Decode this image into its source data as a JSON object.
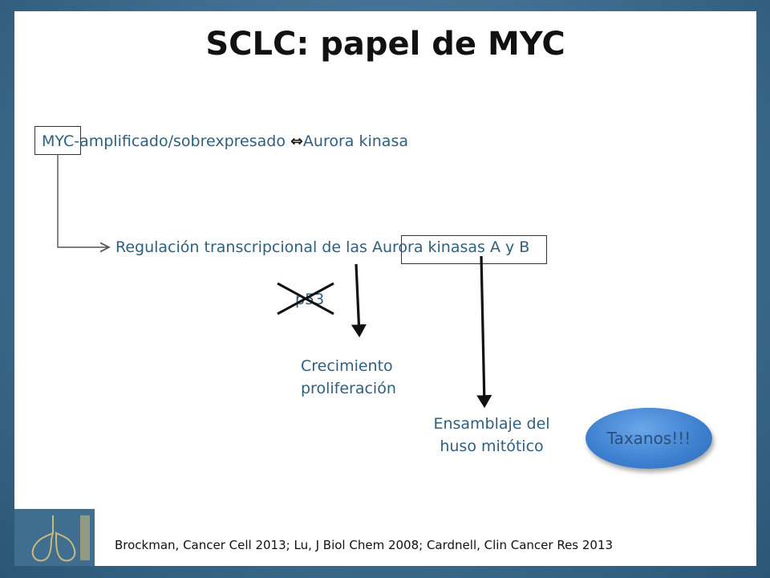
{
  "slide": {
    "title": "SCLC: papel de MYC",
    "line1": {
      "myc": "MYC",
      "rest": "-amplificado/sobrexpresado ",
      "arrows": "⇔",
      "aurora": "Aurora kinasa"
    },
    "line2": {
      "prefix": "Regulación transcripcional de las ",
      "aurora_ab": "Aurora kinasas A",
      "suffix": " y B"
    },
    "p53": "p53",
    "growth": "Crecimiento proliferación",
    "spindle": "Ensamblaje del huso mitótico",
    "taxanos": "Taxanos!!!",
    "citation": "Brockman, Cancer Cell 2013; Lu,  J Biol Chem 2008; Cardnell,  Clin Cancer Res 2013"
  },
  "colors": {
    "background": "#3f6e90",
    "text": "#111111",
    "label_blue": "#2f5f7e",
    "ellipse": "#3d7fd0"
  }
}
